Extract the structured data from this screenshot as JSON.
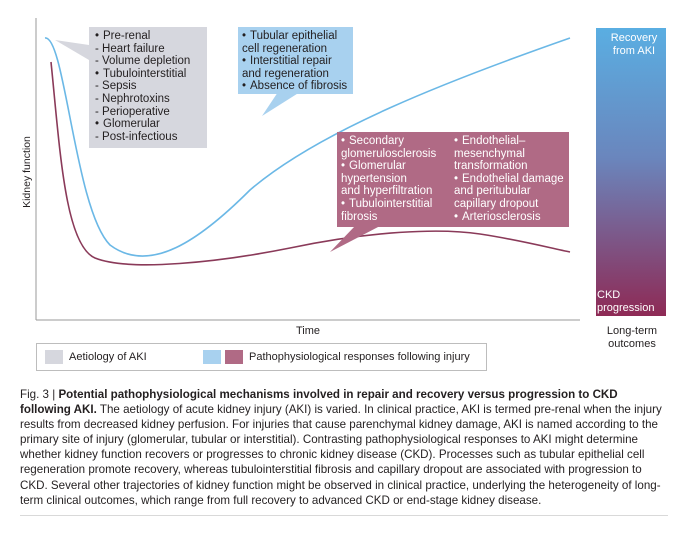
{
  "colors": {
    "grey_box": "#d6d7de",
    "blue_box": "#a8d1ef",
    "pink_box": "#b06a85",
    "blue_curve": "#6bb8e6",
    "pink_curve": "#8a3a59",
    "gradient_top": "#5aaee2",
    "gradient_bottom": "#8e2a55"
  },
  "axes": {
    "y_label": "Kidney function",
    "x_label": "Time"
  },
  "aetiology_box": {
    "items": [
      {
        "label": "Pre-renal",
        "subs": [
          "- Heart failure",
          "- Volume depletion"
        ]
      },
      {
        "label": "Tubulointerstitial",
        "subs": [
          "- Sepsis",
          "- Nephrotoxins",
          "- Perioperative"
        ]
      },
      {
        "label": "Glomerular",
        "subs": [
          "- Post-infectious"
        ]
      }
    ]
  },
  "recovery_box": {
    "lines": [
      {
        "bullet": true,
        "text": "Tubular epithelial"
      },
      {
        "bullet": false,
        "text": "cell regeneration"
      },
      {
        "bullet": true,
        "text": "Interstitial repair"
      },
      {
        "bullet": false,
        "text": "and regeneration"
      },
      {
        "bullet": true,
        "text": "Absence of fibrosis"
      }
    ]
  },
  "progression_box": {
    "col1": [
      {
        "bullet": true,
        "text": "Secondary"
      },
      {
        "bullet": false,
        "text": "glomerulosclerosis"
      },
      {
        "bullet": true,
        "text": "Glomerular"
      },
      {
        "bullet": false,
        "text": "hypertension"
      },
      {
        "bullet": false,
        "text": "and hyperfiltration"
      },
      {
        "bullet": true,
        "text": "Tubulointerstitial"
      },
      {
        "bullet": false,
        "text": "fibrosis"
      }
    ],
    "col2": [
      {
        "bullet": true,
        "text": "Endothelial–"
      },
      {
        "bullet": false,
        "text": "mesenchymal"
      },
      {
        "bullet": false,
        "text": "transformation"
      },
      {
        "bullet": true,
        "text": "Endothelial damage"
      },
      {
        "bullet": false,
        "text": "and peritubular"
      },
      {
        "bullet": false,
        "text": "capillary dropout"
      },
      {
        "bullet": true,
        "text": "Arteriosclerosis"
      }
    ]
  },
  "outcome_bar": {
    "top_line1": "Recovery",
    "top_line2": "from AKI",
    "bottom_line1": "CKD",
    "bottom_line2": "progression",
    "caption_line1": "Long-term",
    "caption_line2": "outcomes"
  },
  "legend": {
    "aetiology": "Aetiology of AKI",
    "responses": "Pathophysiological responses following injury"
  },
  "caption": {
    "fig_label": "Fig. 3 | ",
    "title": "Potential pathophysiological mechanisms involved in repair and recovery versus progression to CKD following AKI.",
    "body": " The aetiology of acute kidney injury (AKI) is varied. In clinical practice, AKI is termed pre-renal when the injury results from decreased kidney perfusion. For injuries that cause parenchymal kidney damage, AKI is named according to the primary site of injury (glomerular, tubular or interstitial). Contrasting pathophysiological responses to AKI might determine whether kidney function recovers or progresses to chronic kidney disease (CKD). Processes such as tubular epithelial cell regeneration promote recovery, whereas tubulointerstitial fibrosis and capillary dropout are associated with progression to CKD. Several other trajectories of kidney function might be observed in clinical practice, underlying the heterogeneity of long-term clinical outcomes, which range from full recovery to advanced CKD or end-stage kidney disease."
  }
}
